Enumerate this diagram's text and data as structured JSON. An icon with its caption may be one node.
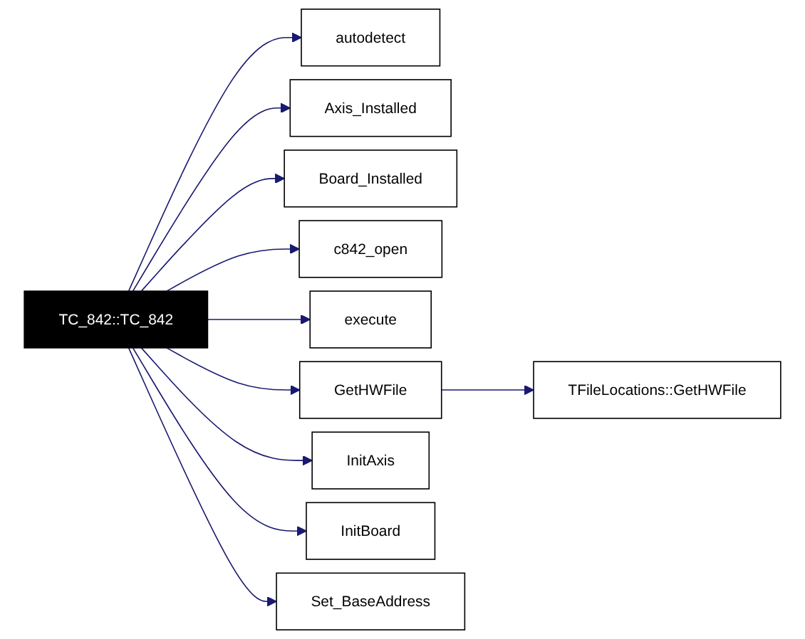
{
  "diagram": {
    "nodes": [
      {
        "text": [
          "TC_842::TC_842"
        ]
      },
      {
        "text": [
          "autodetect"
        ]
      },
      {
        "text": [
          "Axis_Installed"
        ]
      },
      {
        "text": [
          "Board_Installed"
        ]
      },
      {
        "text": [
          "c842_open"
        ]
      },
      {
        "text": [
          "execute"
        ]
      },
      {
        "text": [
          "GetHWFile"
        ]
      },
      {
        "text": [
          "InitAxis"
        ]
      },
      {
        "text": [
          "InitBoard"
        ]
      },
      {
        "text": [
          "Set_BaseAddress"
        ]
      },
      {
        "text": [
          "TFileLocations::GetHWFile"
        ]
      }
    ],
    "edges": [
      {
        "from": 0,
        "to": 1,
        "arrow": "to"
      },
      {
        "from": 0,
        "to": 2,
        "arrow": "to"
      },
      {
        "from": 0,
        "to": 3,
        "arrow": "to"
      },
      {
        "from": 0,
        "to": 4,
        "arrow": "to"
      },
      {
        "from": 0,
        "to": 5,
        "arrow": "to"
      },
      {
        "from": 0,
        "to": 6,
        "arrow": "to"
      },
      {
        "from": 0,
        "to": 7,
        "arrow": "to"
      },
      {
        "from": 0,
        "to": 8,
        "arrow": "to"
      },
      {
        "from": 0,
        "to": 9,
        "arrow": "to"
      },
      {
        "from": 6,
        "to": 10,
        "arrow": "to"
      }
    ]
  }
}
